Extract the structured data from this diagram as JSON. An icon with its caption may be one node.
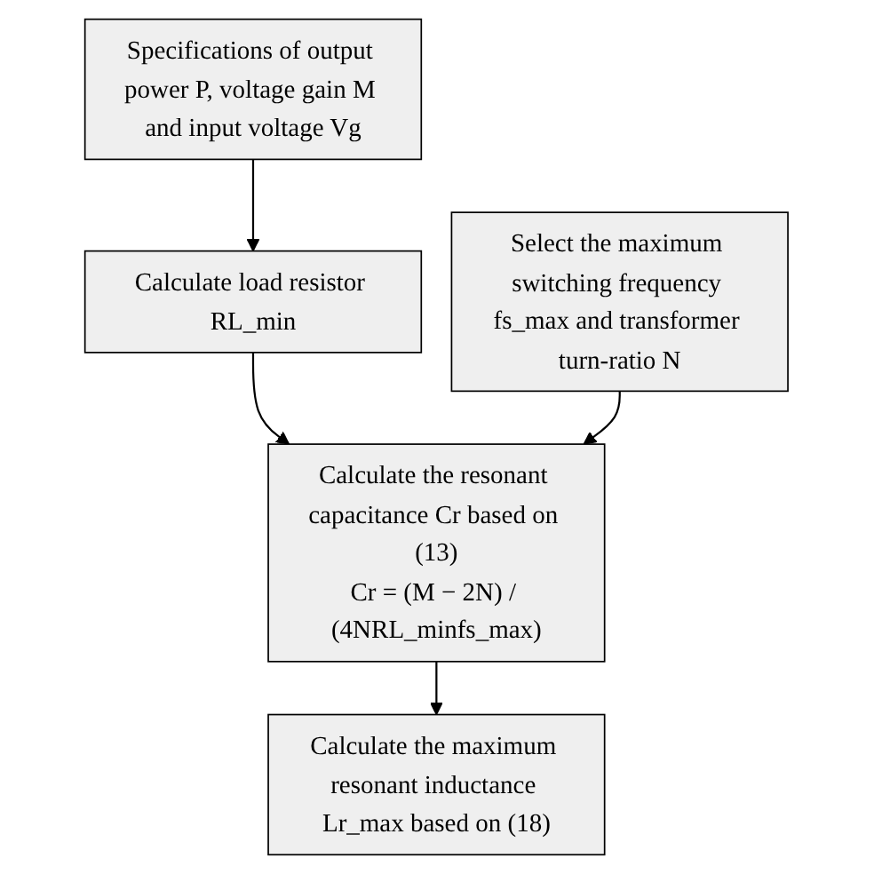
{
  "diagram": {
    "nodes": [
      {
        "text": [
          "Specifications of output power P, voltage gain M and input voltage Vg"
        ]
      },
      {
        "text": [
          "Calculate load resistor RL_min"
        ]
      },
      {
        "text": [
          "Select the maximum switching frequency fs_max and transformer turn-ratio N"
        ]
      },
      {
        "text": [
          "Calculate the resonant capacitance Cr based on (13)",
          "Cr = (M − 2N) / (4NRL_minfs_max)"
        ]
      },
      {
        "text": [
          "Calculate the maximum resonant inductance Lr_max based on (18)"
        ]
      }
    ],
    "edges": [
      {
        "from": 0,
        "to": 1,
        "arrow": "to"
      },
      {
        "from": 1,
        "to": 3,
        "arrow": "to"
      },
      {
        "from": 2,
        "to": 3,
        "arrow": "to"
      },
      {
        "from": 3,
        "to": 4,
        "arrow": "to"
      }
    ]
  }
}
